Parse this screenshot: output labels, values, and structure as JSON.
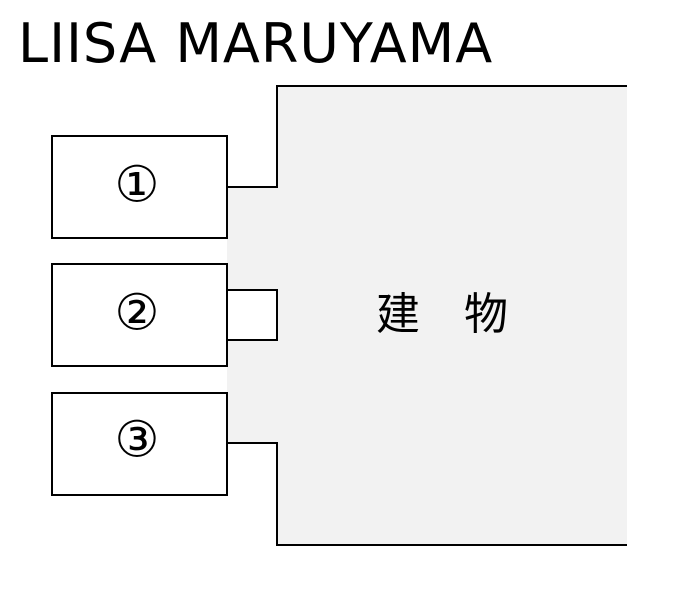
{
  "title": "LIISA MARUYAMA",
  "building": {
    "label": "建　物",
    "fill": "#f2f2f2",
    "stroke": "#000000"
  },
  "units": [
    {
      "label": "①"
    },
    {
      "label": "②"
    },
    {
      "label": "③"
    }
  ]
}
